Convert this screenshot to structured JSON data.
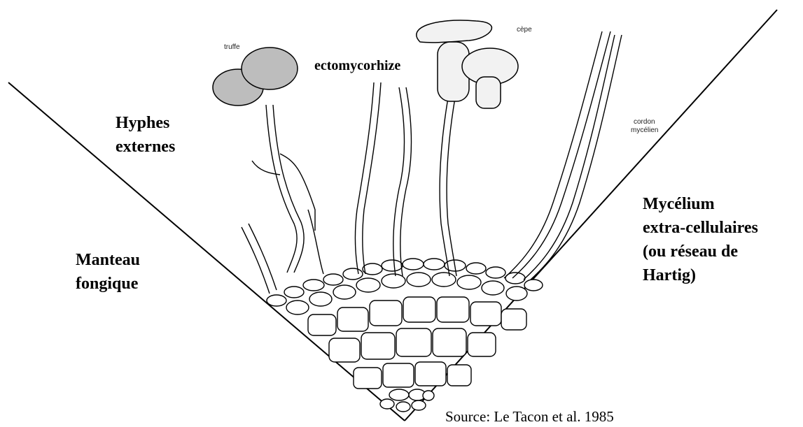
{
  "diagram": {
    "labels": {
      "truffe": "truffe",
      "cepe": "cèpe",
      "cordon_line1": "cordon",
      "cordon_line2": "mycélien",
      "ectomycorhize": "ectomycorhize",
      "hyphes_line1": "Hyphes",
      "hyphes_line2": "externes",
      "manteau_line1": "Manteau",
      "manteau_line2": "fongique",
      "mycelium_line1": "Mycélium",
      "mycelium_line2": "extra-cellulaires",
      "mycelium_line3": "(ou réseau de",
      "mycelium_line4": "Hartig)",
      "source": "Source: Le Tacon et al. 1985"
    },
    "colors": {
      "ink": "#000000",
      "truffle_fill": "#bdbdbd",
      "cap_fill": "#f2f2f2"
    }
  }
}
